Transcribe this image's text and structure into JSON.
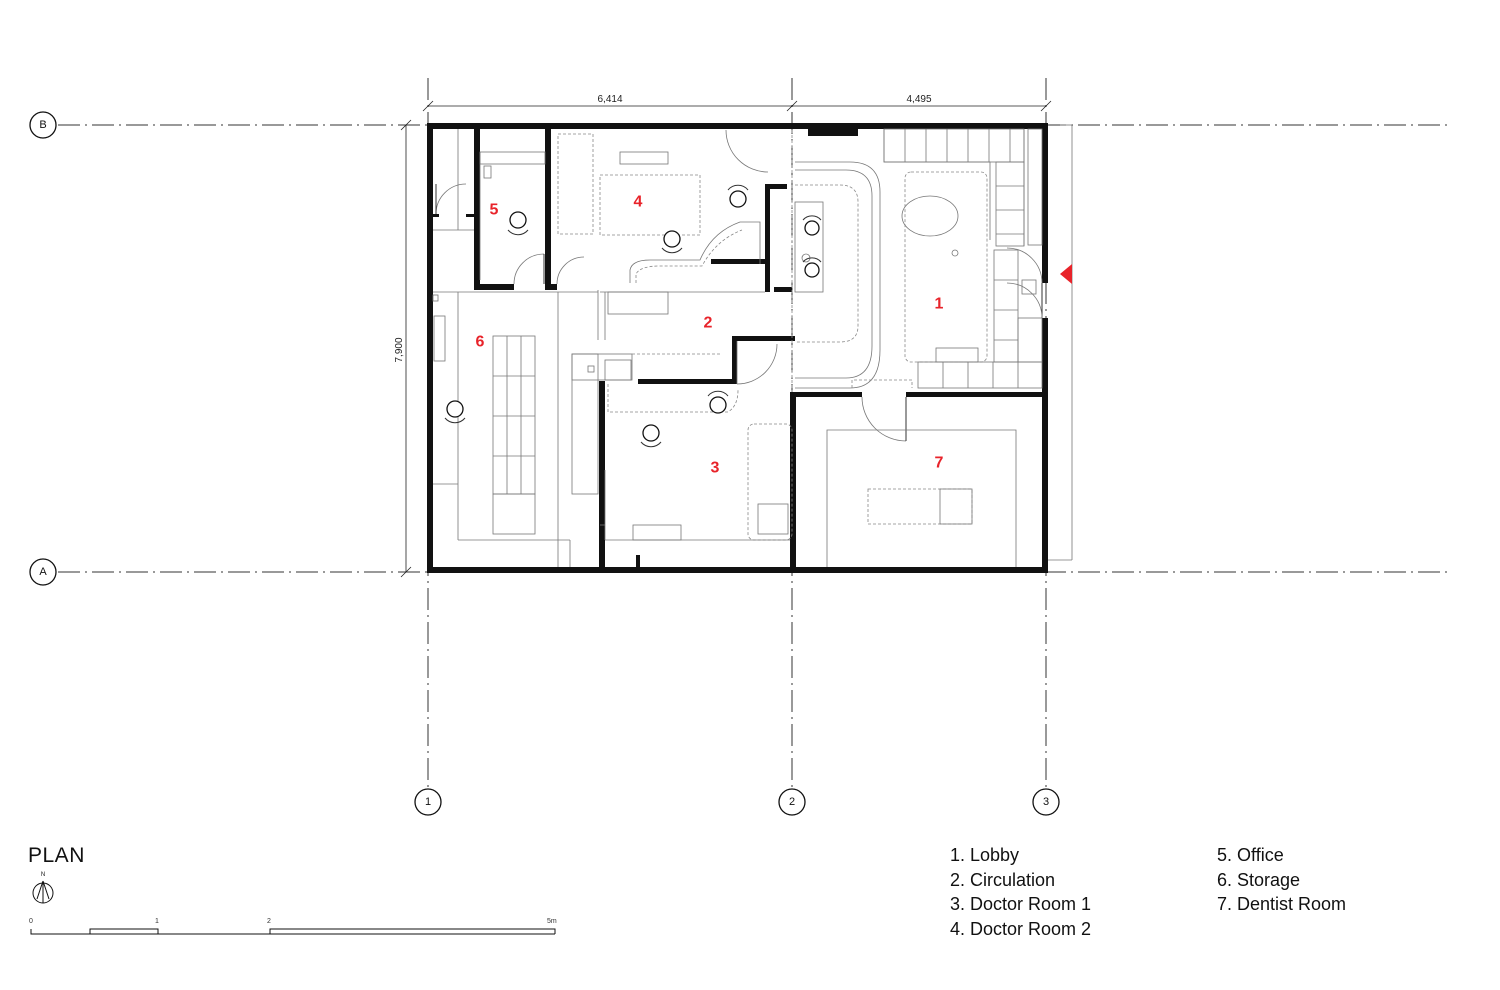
{
  "title": "PLAN",
  "grid": {
    "rows": [
      "B",
      "A"
    ],
    "columns": [
      "1",
      "2",
      "3"
    ]
  },
  "dimensions": {
    "width_1_2": "6,414",
    "width_2_3": "4,495",
    "height_a_b": "7,900"
  },
  "rooms": [
    {
      "number": "1",
      "name": "Lobby"
    },
    {
      "number": "2",
      "name": "Circulation"
    },
    {
      "number": "3",
      "name": "Doctor Room 1"
    },
    {
      "number": "4",
      "name": "Doctor Room 2"
    },
    {
      "number": "5",
      "name": "Office"
    },
    {
      "number": "6",
      "name": "Storage"
    },
    {
      "number": "7",
      "name": "Dentist Room"
    }
  ],
  "legend": [
    "1. Lobby",
    "2. Circulation",
    "3. Doctor Room 1",
    "4. Doctor Room 2",
    "5. Office",
    "6. Storage",
    "7. Dentist Room"
  ],
  "scale_bar": {
    "labels": [
      "0",
      "1",
      "2",
      "5m"
    ]
  },
  "north_arrow": {
    "label": "N",
    "icon": "north-arrow-icon"
  },
  "colors": {
    "room_numbers": "#e8232a",
    "entrance_marker": "#e8232a",
    "walls": "#111111"
  }
}
